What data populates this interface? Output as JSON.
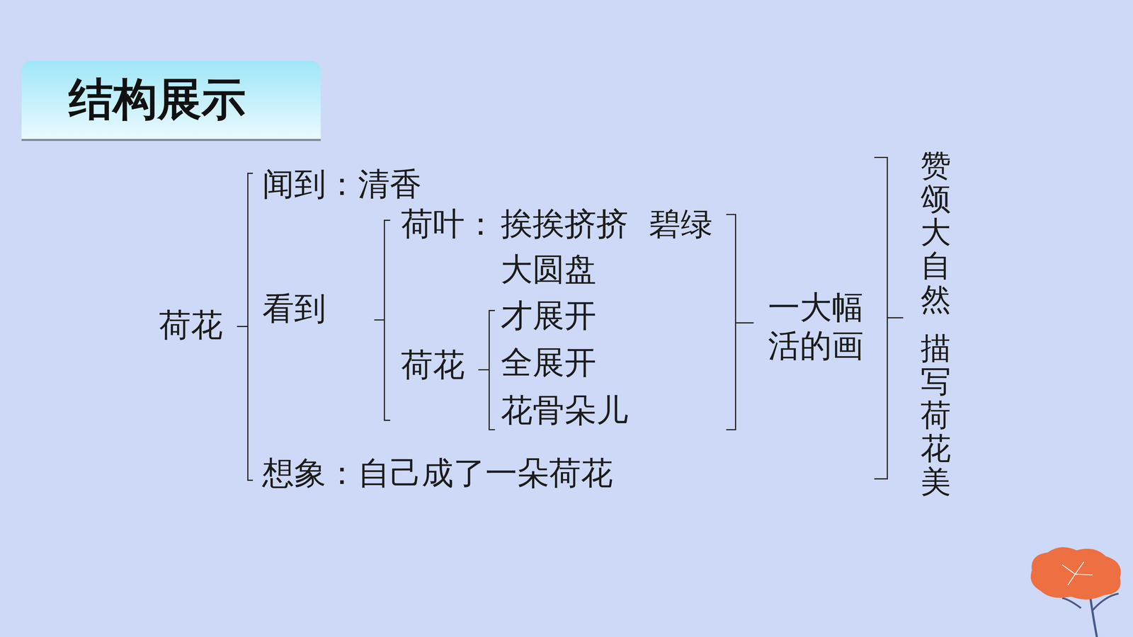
{
  "diagram": {
    "title": "结构展示",
    "labels": [
      "荷花",
      "闻到：清香",
      "看到",
      "荷叶：",
      "挨挨挤挤",
      "碧绿",
      "大圆盘",
      "荷花",
      "才展开",
      "全展开",
      "花骨朵儿",
      "想象：自己成了一朵荷花",
      "一大幅 活的画",
      "赞颂大自然",
      "描写荷花美"
    ]
  }
}
